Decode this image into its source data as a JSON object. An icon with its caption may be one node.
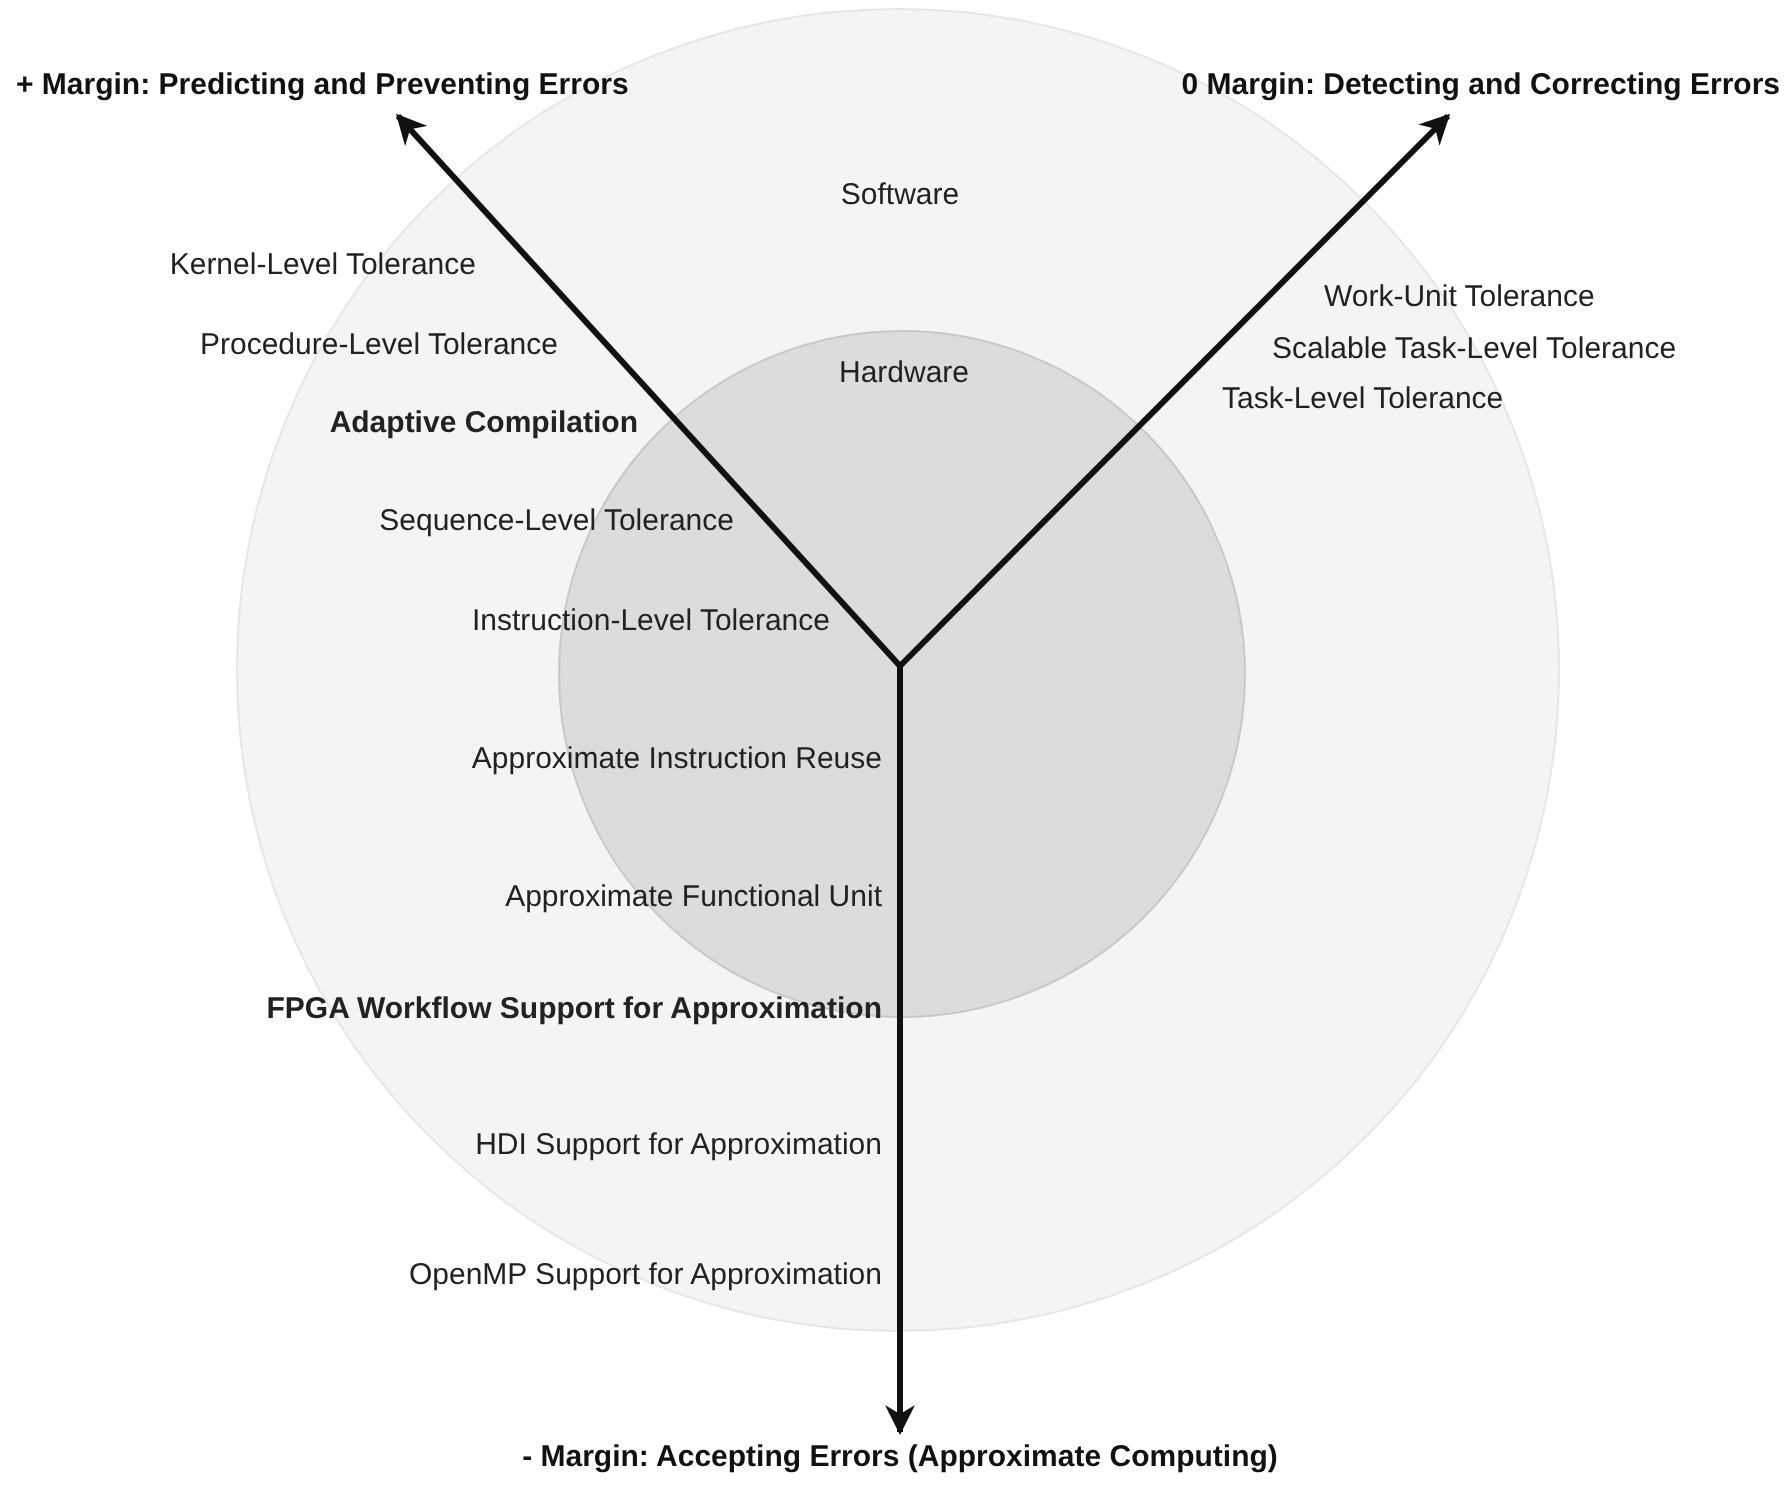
{
  "diagram": {
    "nodes": [
      {
        "text": [
          "Software"
        ]
      },
      {
        "text": [
          "Hardware"
        ],
        "in": 0
      },
      {
        "text": [
          "+ Margin: Predicting and Preventing Errors"
        ]
      },
      {
        "text": [
          "0 Margin: Detecting and Correcting Errors"
        ]
      },
      {
        "text": [
          "- Margin: Accepting Errors (Approximate Computing)"
        ]
      }
    ],
    "edges": [
      {
        "from": 1,
        "to": 2,
        "arrow": "to"
      },
      {
        "from": 1,
        "to": 3,
        "arrow": "to"
      },
      {
        "from": 1,
        "to": 4,
        "arrow": "to"
      }
    ],
    "labels": [
      "Kernel-Level Tolerance",
      "Procedure-Level Tolerance",
      "Adaptive Compilation",
      "Sequence-Level Tolerance",
      "Instruction-Level Tolerance",
      "Work-Unit Tolerance",
      "Scalable Task-Level Tolerance",
      "Task-Level Tolerance",
      "Approximate Instruction Reuse",
      "Approximate Functional Unit",
      "FPGA Workflow Support for Approximation",
      "HDI Support for Approximation",
      "OpenMP Support for Approximation"
    ]
  }
}
